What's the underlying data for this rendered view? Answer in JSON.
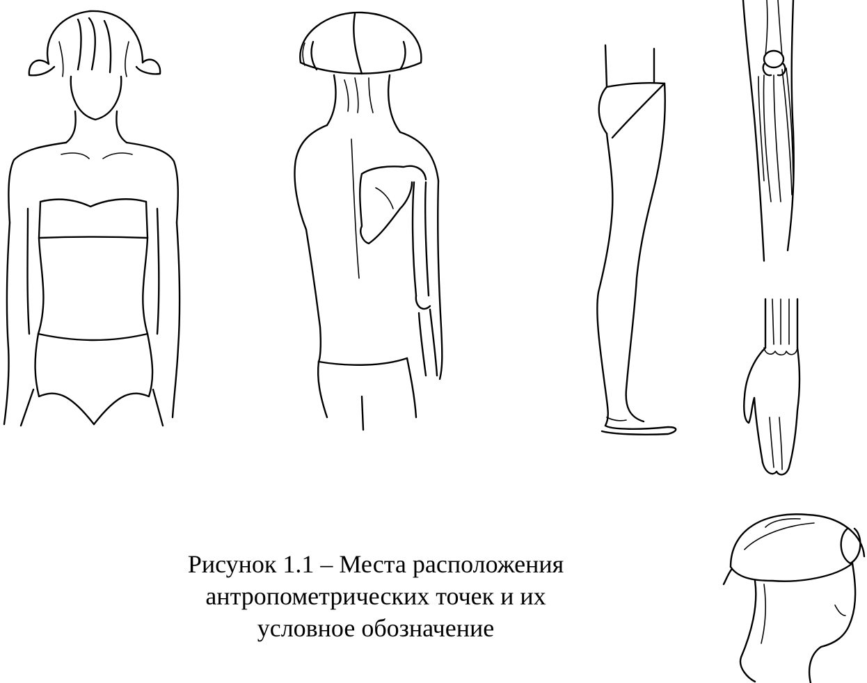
{
  "caption": {
    "lines": [
      "Рисунок 1.1 – Места расположения",
      "антропометрических точек и их",
      "условное обозначение"
    ]
  },
  "figures": [
    {
      "name": "front-torso-figure"
    },
    {
      "name": "back-torso-figure"
    },
    {
      "name": "side-leg-figure"
    },
    {
      "name": "arm-figure"
    },
    {
      "name": "hand-figure"
    },
    {
      "name": "head-profile-figure"
    }
  ],
  "colors": {
    "ink": "#000000",
    "background": "#ffffff"
  }
}
